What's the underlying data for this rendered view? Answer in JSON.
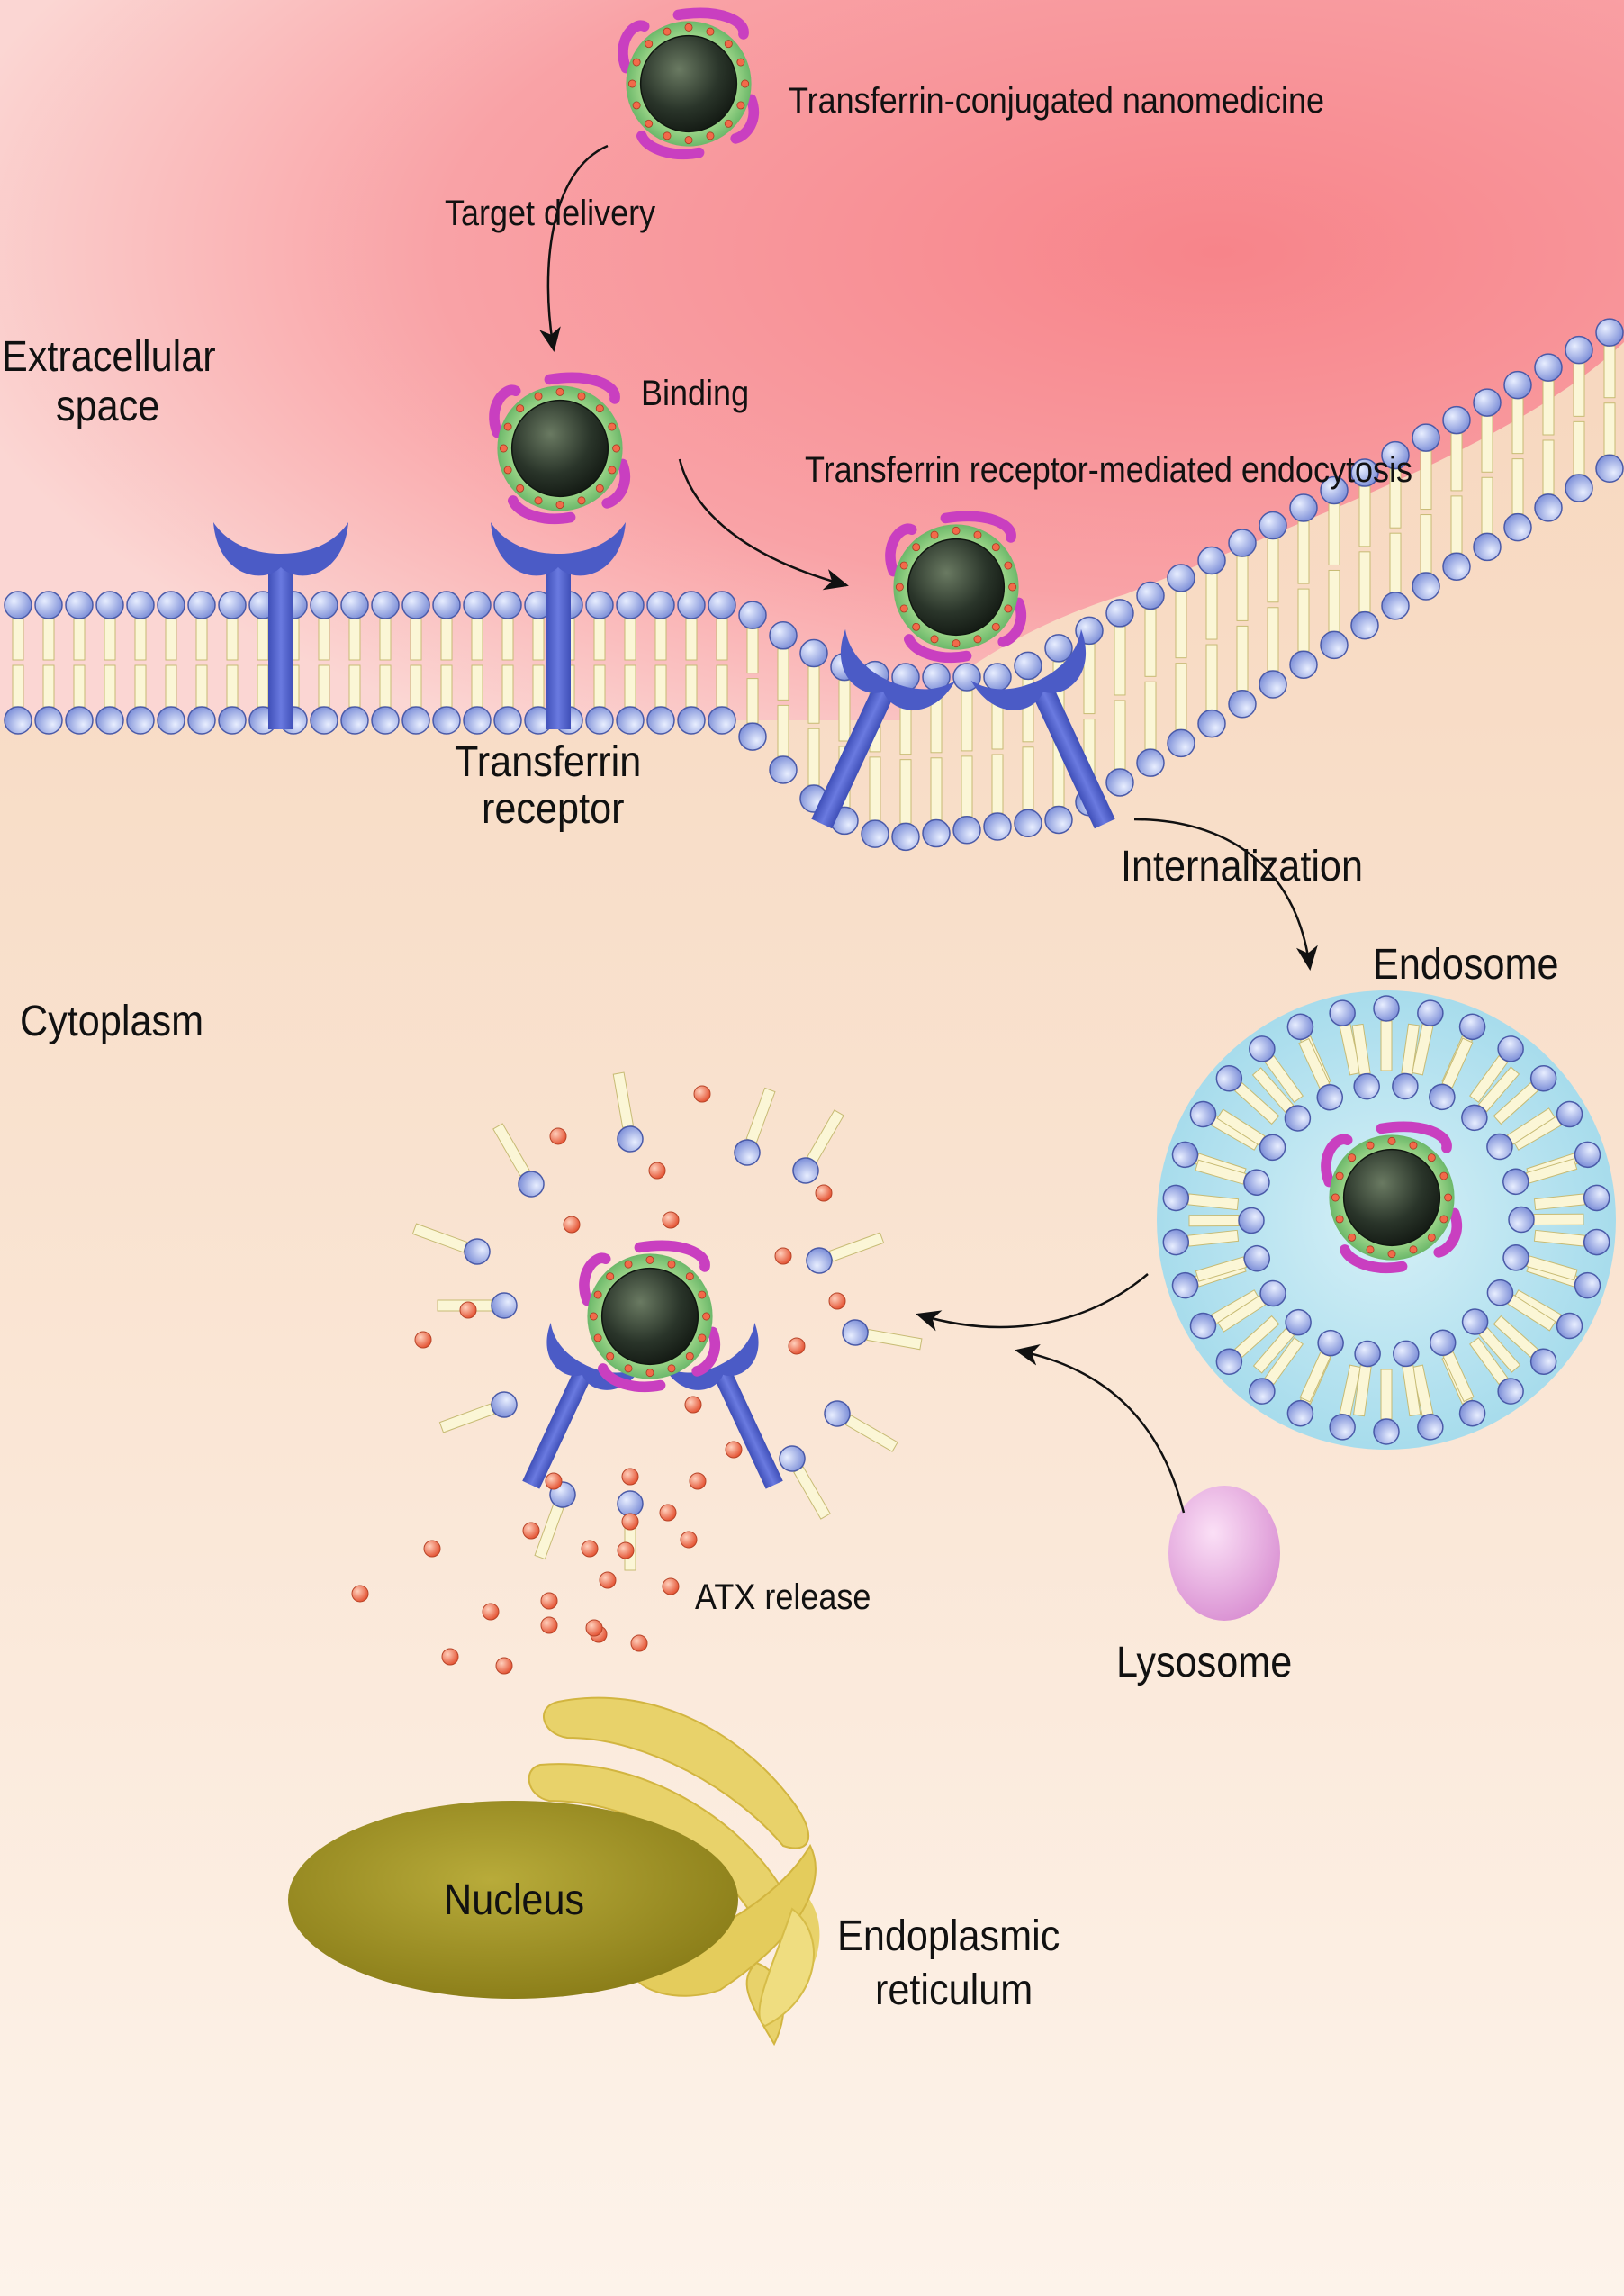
{
  "labels": {
    "nanomedicine": "Transferrin-conjugated nanomedicine",
    "target_delivery": "Target delivery",
    "extracellular_1": "Extracellular",
    "extracellular_2": "space",
    "binding": "Binding",
    "endocytosis": "Transferrin receptor-mediated endocytosis",
    "receptor_1": "Transferrin",
    "receptor_2": "receptor",
    "internalization": "Internalization",
    "endosome": "Endosome",
    "cytoplasm": "Cytoplasm",
    "atx_release": "ATX release",
    "lysosome": "Lysosome",
    "nucleus": "Nucleus",
    "er_1": "Endoplasmic",
    "er_2": "reticulum"
  },
  "colors": {
    "extracellular": "#f7848a",
    "cytoplasm": "#f8dcc4",
    "lipid_head": "#8fa3e0",
    "receptor": "#5566cc",
    "nanoparticle_core": "#2a3a2a",
    "nanoparticle_shell": "#8bcf7a",
    "transferrin": "#c93fc0",
    "drug": "#f26a4a",
    "endosome": "#bfe6f2",
    "lysosome": "#f0b6e6",
    "nucleus": "#a39424",
    "er": "#e6d060"
  }
}
